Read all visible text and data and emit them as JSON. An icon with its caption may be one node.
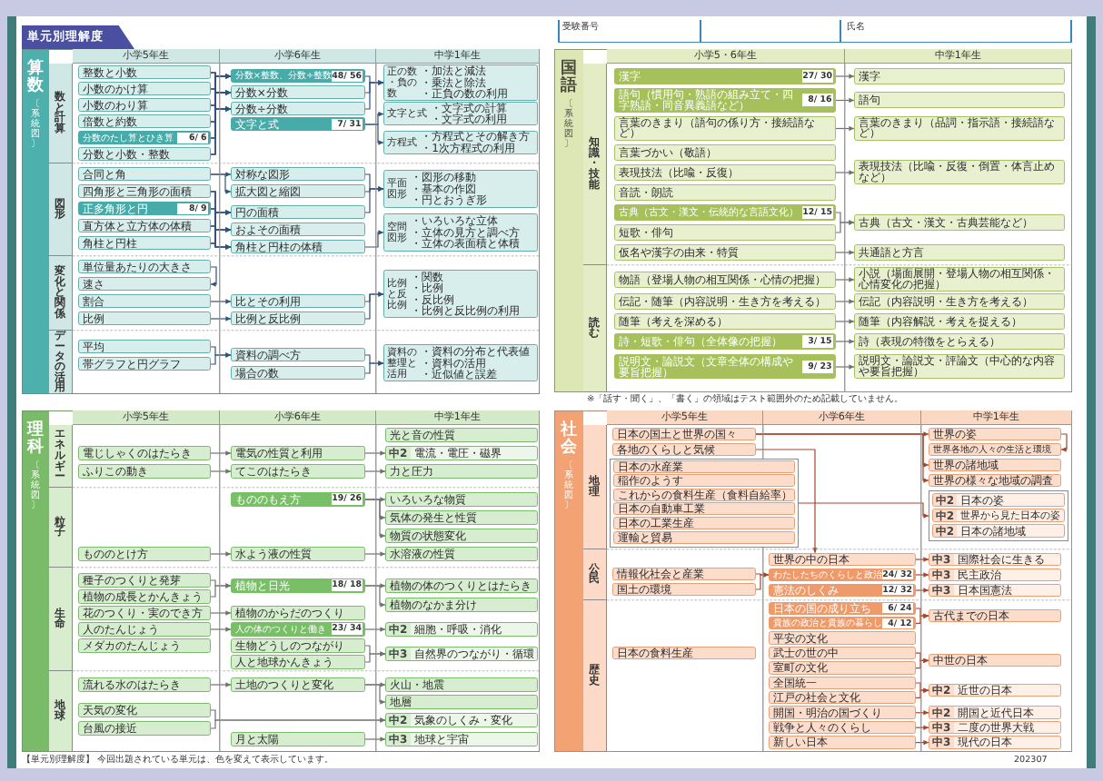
{
  "diagram": {
    "title": "単元別理解度",
    "nodes": [
      {
        "text": [
          "算数",
          "〔系統図〕"
        ]
      },
      {
        "text": [
          "小学5年生"
        ],
        "in": 0
      },
      {
        "text": [
          "小学6年生"
        ],
        "in": 0
      },
      {
        "text": [
          "中学1年生"
        ],
        "in": 0
      },
      {
        "text": [
          "数と計算"
        ],
        "in": 0
      },
      {
        "text": [
          "整数と小数"
        ],
        "in": 0
      },
      {
        "text": [
          "小数のかけ算"
        ],
        "in": 0
      },
      {
        "text": [
          "小数のわり算"
        ],
        "in": 0
      },
      {
        "text": [
          "倍数と約数"
        ],
        "in": 0
      },
      {
        "text": [
          "分数のたし算とひき算",
          "6/ 6"
        ],
        "in": 0
      },
      {
        "text": [
          "分数と小数・整数"
        ],
        "in": 0
      },
      {
        "text": [
          "分数×整数、分数÷整数",
          "48/ 56"
        ],
        "in": 0
      },
      {
        "text": [
          "分数×分数"
        ],
        "in": 0
      },
      {
        "text": [
          "分数÷分数"
        ],
        "in": 0
      },
      {
        "text": [
          "文字と式",
          "7/ 31"
        ],
        "in": 0
      },
      {
        "text": [
          "正の数・負の数",
          "・加法と減法",
          "・乗法と除法",
          "・正負の数の利用"
        ],
        "in": 0
      },
      {
        "text": [
          "文字と式",
          "・文字式の計算",
          "・文字式の利用"
        ],
        "in": 0
      },
      {
        "text": [
          "方程式",
          "・方程式とその解き方",
          "・1次方程式の利用"
        ],
        "in": 0
      },
      {
        "text": [
          "図形"
        ],
        "in": 0
      },
      {
        "text": [
          "合同と角"
        ],
        "in": 0
      },
      {
        "text": [
          "四角形と三角形の面積"
        ],
        "in": 0
      },
      {
        "text": [
          "正多角形と円",
          "8/ 9"
        ],
        "in": 0
      },
      {
        "text": [
          "直方体と立方体の体積"
        ],
        "in": 0
      },
      {
        "text": [
          "角柱と円柱"
        ],
        "in": 0
      },
      {
        "text": [
          "対称な図形"
        ],
        "in": 0
      },
      {
        "text": [
          "拡大図と縮図"
        ],
        "in": 0
      },
      {
        "text": [
          "円の面積"
        ],
        "in": 0
      },
      {
        "text": [
          "およその面積"
        ],
        "in": 0
      },
      {
        "text": [
          "角柱と円柱の体積"
        ],
        "in": 0
      },
      {
        "text": [
          "平面図形",
          "・図形の移動",
          "・基本の作図",
          "・円とおうぎ形"
        ],
        "in": 0
      },
      {
        "text": [
          "空間図形",
          "・いろいろな立体",
          "・立体の見方と調べ方",
          "・立体の表面積と体積"
        ],
        "in": 0
      },
      {
        "text": [
          "変化と関係"
        ],
        "in": 0
      },
      {
        "text": [
          "単位量あたりの大きさ"
        ],
        "in": 0
      },
      {
        "text": [
          "速さ"
        ],
        "in": 0
      },
      {
        "text": [
          "割合"
        ],
        "in": 0
      },
      {
        "text": [
          "比例"
        ],
        "in": 0
      },
      {
        "text": [
          "比とその利用"
        ],
        "in": 0
      },
      {
        "text": [
          "比例と反比例"
        ],
        "in": 0
      },
      {
        "text": [
          "比例と反比例",
          "・関数",
          "・比例",
          "・反比例",
          "・比例と反比例の利用"
        ],
        "in": 0
      },
      {
        "text": [
          "データの活用"
        ],
        "in": 0
      },
      {
        "text": [
          "平均"
        ],
        "in": 0
      },
      {
        "text": [
          "帯グラフと円グラフ"
        ],
        "in": 0
      },
      {
        "text": [
          "資料の調べ方"
        ],
        "in": 0
      },
      {
        "text": [
          "場合の数"
        ],
        "in": 0
      },
      {
        "text": [
          "資料の整理と活用",
          "・資料の分布と代表値",
          "・資料の活用",
          "・近似値と誤差"
        ],
        "in": 0
      },
      {
        "text": [
          "国語",
          "〔系統図〕"
        ]
      },
      {
        "text": [
          "小学5・6年生"
        ],
        "in": 45
      },
      {
        "text": [
          "中学1年生"
        ],
        "in": 45
      },
      {
        "text": [
          "知識・技能"
        ],
        "in": 45
      },
      {
        "text": [
          "漢字",
          "27/ 30"
        ],
        "in": 45
      },
      {
        "text": [
          "語句（慣用句・熟語の組み立て・四字熟語・同音異義語など）",
          "8/ 16"
        ],
        "in": 45
      },
      {
        "text": [
          "言葉のきまり（語句の係り方・接続語など）"
        ],
        "in": 45
      },
      {
        "text": [
          "言葉づかい（敬語）"
        ],
        "in": 45
      },
      {
        "text": [
          "表現技法（比喩・反復）"
        ],
        "in": 45
      },
      {
        "text": [
          "音読・朗読"
        ],
        "in": 45
      },
      {
        "text": [
          "古典（古文・漢文・伝統的な言語文化）",
          "12/ 15"
        ],
        "in": 45
      },
      {
        "text": [
          "短歌・俳句"
        ],
        "in": 45
      },
      {
        "text": [
          "仮名や漢字の由来・特質"
        ],
        "in": 45
      },
      {
        "text": [
          "漢字"
        ],
        "in": 45
      },
      {
        "text": [
          "語句"
        ],
        "in": 45
      },
      {
        "text": [
          "言葉のきまり（品詞・指示語・接続語など）"
        ],
        "in": 45
      },
      {
        "text": [
          "表現技法（比喩・反復・倒置・体言止めなど）"
        ],
        "in": 45
      },
      {
        "text": [
          "古典（古文・漢文・古典芸能など）"
        ],
        "in": 45
      },
      {
        "text": [
          "共通語と方言"
        ],
        "in": 45
      },
      {
        "text": [
          "読む"
        ],
        "in": 45
      },
      {
        "text": [
          "物語（登場人物の相互関係・心情の把握）"
        ],
        "in": 45
      },
      {
        "text": [
          "伝記・随筆（内容説明・生き方を考える）"
        ],
        "in": 45
      },
      {
        "text": [
          "随筆（考えを深める）"
        ],
        "in": 45
      },
      {
        "text": [
          "詩・短歌・俳句（全体像の把握）",
          "3/ 15"
        ],
        "in": 45
      },
      {
        "text": [
          "説明文・論説文（文章全体の構成や要旨把握）",
          "9/ 23"
        ],
        "in": 45
      },
      {
        "text": [
          "小説（場面展開・登場人物の相互関係・心情変化の把握）"
        ],
        "in": 45
      },
      {
        "text": [
          "伝記（内容説明・生き方を考える）"
        ],
        "in": 45
      },
      {
        "text": [
          "随筆（内容解説・考えを捉える）"
        ],
        "in": 45
      },
      {
        "text": [
          "詩（表現の特徴をとらえる）"
        ],
        "in": 45
      },
      {
        "text": [
          "説明文・論説文・評論文（中心的な内容や要旨把握）"
        ],
        "in": 45
      },
      {
        "text": [
          "理科",
          "〔系統図〕"
        ]
      },
      {
        "text": [
          "小学5年生"
        ],
        "in": 75
      },
      {
        "text": [
          "小学6年生"
        ],
        "in": 75
      },
      {
        "text": [
          "中学1年生"
        ],
        "in": 75
      },
      {
        "text": [
          "エネルギー"
        ],
        "in": 75
      },
      {
        "text": [
          "電じしゃくのはたらき"
        ],
        "in": 75
      },
      {
        "text": [
          "ふりこの動き"
        ],
        "in": 75
      },
      {
        "text": [
          "電気の性質と利用"
        ],
        "in": 75
      },
      {
        "text": [
          "てこのはたらき"
        ],
        "in": 75
      },
      {
        "text": [
          "光と音の性質"
        ],
        "in": 75
      },
      {
        "text": [
          "中2",
          "電流・電圧・磁界"
        ],
        "in": 75
      },
      {
        "text": [
          "力と圧力"
        ],
        "in": 75
      },
      {
        "text": [
          "粒子"
        ],
        "in": 75
      },
      {
        "text": [
          "もののとけ方"
        ],
        "in": 75
      },
      {
        "text": [
          "もののもえ方",
          "19/ 26"
        ],
        "in": 75
      },
      {
        "text": [
          "水よう液の性質"
        ],
        "in": 75
      },
      {
        "text": [
          "いろいろな物質"
        ],
        "in": 75
      },
      {
        "text": [
          "気体の発生と性質"
        ],
        "in": 75
      },
      {
        "text": [
          "物質の状態変化"
        ],
        "in": 75
      },
      {
        "text": [
          "水溶液の性質"
        ],
        "in": 75
      },
      {
        "text": [
          "生命"
        ],
        "in": 75
      },
      {
        "text": [
          "種子のつくりと発芽"
        ],
        "in": 75
      },
      {
        "text": [
          "植物の成長とかんきょう"
        ],
        "in": 75
      },
      {
        "text": [
          "花のつくり・実のでき方"
        ],
        "in": 75
      },
      {
        "text": [
          "人のたんじょう"
        ],
        "in": 75
      },
      {
        "text": [
          "メダカのたんじょう"
        ],
        "in": 75
      },
      {
        "text": [
          "植物と日光",
          "18/ 18"
        ],
        "in": 75
      },
      {
        "text": [
          "植物のからだのつくり"
        ],
        "in": 75
      },
      {
        "text": [
          "人の体のつくりと働き",
          "23/ 34"
        ],
        "in": 75
      },
      {
        "text": [
          "生物どうしのつながり"
        ],
        "in": 75
      },
      {
        "text": [
          "人と地球かんきょう"
        ],
        "in": 75
      },
      {
        "text": [
          "植物の体のつくりとはたらき"
        ],
        "in": 75
      },
      {
        "text": [
          "植物のなかま分け"
        ],
        "in": 75
      },
      {
        "text": [
          "中2",
          "細胞・呼吸・消化"
        ],
        "in": 75
      },
      {
        "text": [
          "中3",
          "自然界のつながり・循環"
        ],
        "in": 75
      },
      {
        "text": [
          "地球"
        ],
        "in": 75
      },
      {
        "text": [
          "流れる水のはたらき"
        ],
        "in": 75
      },
      {
        "text": [
          "天気の変化"
        ],
        "in": 75
      },
      {
        "text": [
          "台風の接近"
        ],
        "in": 75
      },
      {
        "text": [
          "土地のつくりと変化"
        ],
        "in": 75
      },
      {
        "text": [
          "月と太陽"
        ],
        "in": 75
      },
      {
        "text": [
          "火山・地震"
        ],
        "in": 75
      },
      {
        "text": [
          "地層"
        ],
        "in": 75
      },
      {
        "text": [
          "中2",
          "気象のしくみ・変化"
        ],
        "in": 75
      },
      {
        "text": [
          "中3",
          "地球と宇宙"
        ],
        "in": 75
      },
      {
        "text": [
          "社会",
          "〔系統図〕"
        ]
      },
      {
        "text": [
          "小学5年生"
        ],
        "in": 120
      },
      {
        "text": [
          "小学6年生"
        ],
        "in": 120
      },
      {
        "text": [
          "中学1年生"
        ],
        "in": 120
      },
      {
        "text": [
          "地理"
        ],
        "in": 120
      },
      {
        "text": [
          "日本の国土と世界の国々"
        ],
        "in": 120
      },
      {
        "text": [
          "各地のくらしと気候"
        ],
        "in": 120
      },
      {
        "text": [],
        "shape": "box",
        "in": 120
      },
      {
        "text": [
          "日本の水産業"
        ],
        "in": 127
      },
      {
        "text": [
          "稲作のようす"
        ],
        "in": 127
      },
      {
        "text": [
          "これからの食料生産（食料自給率）"
        ],
        "in": 127
      },
      {
        "text": [
          "日本の自動車工業"
        ],
        "in": 127
      },
      {
        "text": [
          "日本の工業生産"
        ],
        "in": 127
      },
      {
        "text": [
          "運輸と貿易"
        ],
        "in": 127
      },
      {
        "text": [
          "世界の姿"
        ],
        "in": 120
      },
      {
        "text": [
          "世界各地の人々の生活と環境"
        ],
        "in": 120
      },
      {
        "text": [
          "世界の諸地域"
        ],
        "in": 120
      },
      {
        "text": [
          "世界の様々な地域の調査"
        ],
        "in": 120
      },
      {
        "text": [],
        "shape": "box",
        "in": 120
      },
      {
        "text": [
          "中2",
          "日本の姿"
        ],
        "in": 138
      },
      {
        "text": [
          "中2",
          "世界から見た日本の姿"
        ],
        "in": 138
      },
      {
        "text": [
          "中2",
          "日本の諸地域"
        ],
        "in": 138
      },
      {
        "text": [
          "公民"
        ],
        "in": 120
      },
      {
        "text": [
          "情報化社会と産業"
        ],
        "in": 120
      },
      {
        "text": [
          "国土の環境"
        ],
        "in": 120
      },
      {
        "text": [
          "世界の中の日本"
        ],
        "in": 120
      },
      {
        "text": [
          "わたしたちのくらしと政治",
          "24/ 32"
        ],
        "in": 120
      },
      {
        "text": [
          "憲法のしくみ",
          "12/ 32"
        ],
        "in": 120
      },
      {
        "text": [
          "中3",
          "国際社会に生きる"
        ],
        "in": 120
      },
      {
        "text": [
          "中3",
          "民主政治"
        ],
        "in": 120
      },
      {
        "text": [
          "中3",
          "日本国憲法"
        ],
        "in": 120
      },
      {
        "text": [
          "歴史"
        ],
        "in": 120
      },
      {
        "text": [
          "日本の食料生産"
        ],
        "in": 120
      },
      {
        "text": [
          "日本の国の成り立ち",
          "6/ 24"
        ],
        "in": 120
      },
      {
        "text": [
          "貴族の政治と貴族の暮らし",
          "4/ 12"
        ],
        "in": 120
      },
      {
        "text": [
          "平安の文化"
        ],
        "in": 120
      },
      {
        "text": [
          "武士の世の中"
        ],
        "in": 120
      },
      {
        "text": [
          "室町の文化"
        ],
        "in": 120
      },
      {
        "text": [
          "全国統一"
        ],
        "in": 120
      },
      {
        "text": [
          "江戸の社会と文化"
        ],
        "in": 120
      },
      {
        "text": [
          "開国・明治の国づくり"
        ],
        "in": 120
      },
      {
        "text": [
          "戦争と人々のくらし"
        ],
        "in": 120
      },
      {
        "text": [
          "新しい日本"
        ],
        "in": 120
      },
      {
        "text": [
          "古代までの日本"
        ],
        "in": 120
      },
      {
        "text": [
          "中世の日本"
        ],
        "in": 120
      },
      {
        "text": [
          "中2",
          "近世の日本"
        ],
        "in": 120
      },
      {
        "text": [
          "中2",
          "開国と近代日本"
        ],
        "in": 120
      },
      {
        "text": [
          "中3",
          "二度の世界大戦"
        ],
        "in": 120
      },
      {
        "text": [
          "中3",
          "現代の日本"
        ],
        "in": 120
      }
    ],
    "edges": [
      {
        "from": 5,
        "to": 11,
        "arrow": "to"
      },
      {
        "from": 5,
        "to": 12,
        "arrow": "to"
      },
      {
        "from": 5,
        "to": 13,
        "arrow": "to"
      },
      {
        "from": 6,
        "to": 11,
        "arrow": "to"
      },
      {
        "from": 6,
        "to": 12,
        "arrow": "to"
      },
      {
        "from": 6,
        "to": 13,
        "arrow": "to"
      },
      {
        "from": 7,
        "to": 11,
        "arrow": "to"
      },
      {
        "from": 7,
        "to": 12,
        "arrow": "to"
      },
      {
        "from": 7,
        "to": 13,
        "arrow": "to"
      },
      {
        "from": 8,
        "to": 11,
        "arrow": "to"
      },
      {
        "from": 8,
        "to": 12,
        "arrow": "to"
      },
      {
        "from": 8,
        "to": 13,
        "arrow": "to"
      },
      {
        "from": 9,
        "to": 11,
        "arrow": "to"
      },
      {
        "from": 9,
        "to": 12,
        "arrow": "to"
      },
      {
        "from": 9,
        "to": 13,
        "arrow": "to"
      },
      {
        "from": 10,
        "to": 11,
        "arrow": "to"
      },
      {
        "from": 10,
        "to": 12,
        "arrow": "to"
      },
      {
        "from": 10,
        "to": 13,
        "arrow": "to"
      },
      {
        "from": 11,
        "to": 15,
        "arrow": "to"
      },
      {
        "from": 12,
        "to": 15,
        "arrow": "to"
      },
      {
        "from": 13,
        "to": 15,
        "arrow": "to"
      },
      {
        "from": 14,
        "to": 16,
        "arrow": "to"
      },
      {
        "from": 14,
        "to": 17,
        "arrow": "to"
      },
      {
        "from": 19,
        "to": 24,
        "arrow": "to"
      },
      {
        "from": 19,
        "to": 25,
        "arrow": "to"
      },
      {
        "from": 20,
        "to": 26,
        "arrow": "to"
      },
      {
        "from": 20,
        "to": 27,
        "arrow": "to"
      },
      {
        "from": 20,
        "to": 28,
        "arrow": "to"
      },
      {
        "from": 21,
        "to": 26,
        "arrow": "to"
      },
      {
        "from": 21,
        "to": 27,
        "arrow": "to"
      },
      {
        "from": 21,
        "to": 28,
        "arrow": "to"
      },
      {
        "from": 22,
        "to": 26,
        "arrow": "to"
      },
      {
        "from": 22,
        "to": 27,
        "arrow": "to"
      },
      {
        "from": 22,
        "to": 28,
        "arrow": "to"
      },
      {
        "from": 23,
        "to": 26,
        "arrow": "to"
      },
      {
        "from": 23,
        "to": 27,
        "arrow": "to"
      },
      {
        "from": 23,
        "to": 28,
        "arrow": "to"
      },
      {
        "from": 24,
        "to": 29,
        "arrow": "to"
      },
      {
        "from": 25,
        "to": 29,
        "arrow": "to"
      },
      {
        "from": 26,
        "to": 29,
        "arrow": "to"
      },
      {
        "from": 28,
        "to": 30,
        "arrow": "to"
      },
      {
        "from": 32,
        "to": 33,
        "arrow": "to"
      },
      {
        "from": 34,
        "to": 36,
        "arrow": "to"
      },
      {
        "from": 35,
        "to": 37,
        "arrow": "to"
      },
      {
        "from": 36,
        "to": 38,
        "arrow": "to"
      },
      {
        "from": 37,
        "to": 38,
        "arrow": "to"
      },
      {
        "from": 40,
        "to": 42,
        "arrow": "to"
      },
      {
        "from": 41,
        "to": 42,
        "arrow": "to"
      },
      {
        "from": 42,
        "to": 44,
        "arrow": "to"
      },
      {
        "from": 43,
        "to": 44,
        "arrow": "to"
      },
      {
        "from": 49,
        "to": 58,
        "arrow": "to",
        "color": "#707070"
      },
      {
        "from": 50,
        "to": 59,
        "arrow": "to",
        "color": "#707070"
      },
      {
        "from": 51,
        "to": 60,
        "arrow": "to",
        "color": "#707070"
      },
      {
        "from": 53,
        "to": 61,
        "arrow": "to",
        "color": "#707070"
      },
      {
        "from": 55,
        "to": 62,
        "arrow": "to",
        "color": "#707070"
      },
      {
        "from": 56,
        "to": 62,
        "arrow": "to",
        "color": "#707070"
      },
      {
        "from": 57,
        "to": 63,
        "arrow": "to",
        "color": "#707070"
      },
      {
        "from": 65,
        "to": 70,
        "arrow": "to",
        "color": "#707070"
      },
      {
        "from": 66,
        "to": 71,
        "arrow": "to",
        "color": "#707070"
      },
      {
        "from": 67,
        "to": 72,
        "arrow": "to",
        "color": "#707070"
      },
      {
        "from": 68,
        "to": 73,
        "arrow": "to",
        "color": "#707070"
      },
      {
        "from": 69,
        "to": 74,
        "arrow": "to",
        "color": "#707070"
      },
      {
        "from": 80,
        "to": 82,
        "arrow": "to",
        "color": "#707070"
      },
      {
        "from": 82,
        "to": 85,
        "arrow": "to",
        "color": "#707070"
      },
      {
        "from": 81,
        "to": 83,
        "arrow": "to",
        "color": "#707070"
      },
      {
        "from": 83,
        "to": 86,
        "arrow": "to",
        "color": "#707070"
      },
      {
        "from": 89,
        "to": 91,
        "arrow": "to",
        "color": "#707070"
      },
      {
        "from": 89,
        "to": 92,
        "arrow": "to",
        "color": "#707070"
      },
      {
        "from": 89,
        "to": 93,
        "arrow": "to",
        "color": "#707070"
      },
      {
        "from": 88,
        "to": 90,
        "arrow": "to",
        "color": "#707070"
      },
      {
        "from": 90,
        "to": 94,
        "arrow": "to",
        "color": "#707070"
      },
      {
        "from": 96,
        "to": 101,
        "arrow": "to",
        "color": "#707070"
      },
      {
        "from": 97,
        "to": 101,
        "arrow": "to",
        "color": "#707070"
      },
      {
        "from": 101,
        "to": 106,
        "arrow": "to",
        "color": "#707070"
      },
      {
        "from": 101,
        "to": 107,
        "arrow": "to",
        "color": "#707070"
      },
      {
        "from": 98,
        "to": 102,
        "arrow": "to",
        "color": "#707070"
      },
      {
        "from": 99,
        "to": 103,
        "arrow": "to",
        "color": "#707070"
      },
      {
        "from": 103,
        "to": 108,
        "arrow": "to",
        "color": "#707070"
      },
      {
        "from": 104,
        "to": 109,
        "arrow": "to",
        "color": "#707070"
      },
      {
        "from": 105,
        "to": 109,
        "arrow": "to",
        "color": "#707070"
      },
      {
        "from": 111,
        "to": 114,
        "arrow": "to",
        "color": "#707070"
      },
      {
        "from": 114,
        "to": 116,
        "arrow": "to",
        "color": "#707070"
      },
      {
        "from": 114,
        "to": 117,
        "arrow": "to",
        "color": "#707070"
      },
      {
        "from": 112,
        "to": 118,
        "arrow": "to",
        "color": "#707070"
      },
      {
        "from": 113,
        "to": 118,
        "arrow": "to",
        "color": "#707070"
      },
      {
        "from": 115,
        "to": 119,
        "arrow": "to",
        "color": "#707070"
      },
      {
        "from": 125,
        "to": 134,
        "arrow": "to",
        "color": "#a5462e"
      },
      {
        "from": 125,
        "to": 136,
        "arrow": "to",
        "color": "#a5462e"
      },
      {
        "from": 125,
        "to": 137,
        "arrow": "to",
        "color": "#a5462e"
      },
      {
        "from": 134,
        "to": 135,
        "arrow": "to",
        "color": "#a5462e"
      },
      {
        "from": 126,
        "to": 145,
        "arrow": "to",
        "color": "#a5462e"
      },
      {
        "from": 127,
        "to": 138,
        "arrow": "to",
        "color": "#a5462e"
      },
      {
        "from": 143,
        "to": 146,
        "arrow": "to",
        "color": "#a5462e"
      },
      {
        "from": 144,
        "to": 146,
        "arrow": "to",
        "color": "#a5462e"
      },
      {
        "from": 145,
        "to": 148,
        "arrow": "to",
        "color": "#a5462e"
      },
      {
        "from": 146,
        "to": 149,
        "arrow": "to",
        "color": "#a5462e"
      },
      {
        "from": 147,
        "to": 150,
        "arrow": "to",
        "color": "#a5462e"
      },
      {
        "from": 153,
        "to": 163,
        "arrow": "to",
        "color": "#a5462e"
      },
      {
        "from": 154,
        "to": 163,
        "arrow": "to",
        "color": "#a5462e"
      },
      {
        "from": 156,
        "to": 164,
        "arrow": "to",
        "color": "#a5462e"
      },
      {
        "from": 157,
        "to": 164,
        "arrow": "to",
        "color": "#a5462e"
      },
      {
        "from": 158,
        "to": 165,
        "arrow": "to",
        "color": "#a5462e"
      },
      {
        "from": 159,
        "to": 165,
        "arrow": "to",
        "color": "#a5462e"
      },
      {
        "from": 160,
        "to": 166,
        "arrow": "to",
        "color": "#a5462e"
      },
      {
        "from": 161,
        "to": 167,
        "arrow": "to",
        "color": "#a5462e"
      },
      {
        "from": 162,
        "to": 168,
        "arrow": "to",
        "color": "#a5462e"
      }
    ],
    "labels": [
      "受験番号",
      "氏名",
      "※「話す・聞く」、「書く」の領域はテスト範囲外のため記載していません。",
      "【単元別理解度】 今回出題されている単元は、色を変えて表示しています。",
      "202307"
    ]
  }
}
